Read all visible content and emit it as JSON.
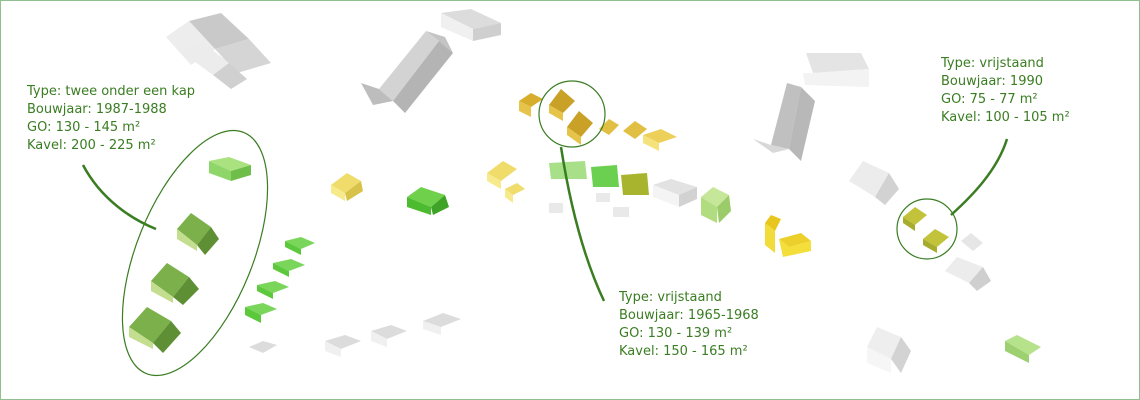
{
  "annotations": [
    {
      "id": "twee-onder-een-kap",
      "type": "Type: twee onder een kap",
      "bouwjaar": "Bouwjaar: 1987-1988",
      "go": "GO: 130 - 145 m²",
      "kavel": "Kavel: 200 - 225 m²"
    },
    {
      "id": "vrijstaand-1965",
      "type": "Type: vrijstaand",
      "bouwjaar": "Bouwjaar: 1965-1968",
      "go": "GO: 130 - 139 m²",
      "kavel": "Kavel: 150 - 165 m²"
    },
    {
      "id": "vrijstaand-1990",
      "type": "Type: vrijstaand",
      "bouwjaar": "Bouwjaar: 1990",
      "go": "GO: 75 - 77 m²",
      "kavel": "Kavel: 100 - 105 m²"
    }
  ],
  "colors": {
    "label_text": "#3a7d22",
    "leader_line": "#3a7d22",
    "frame_border": "#8fbf8f",
    "building_grey": "#e6e6e6",
    "building_light_green": "#8ed66a",
    "building_bright_green": "#5cc93c",
    "building_dark_green": "#6ea43e",
    "building_olive": "#a9b42e",
    "building_yellow": "#f2dc3a",
    "building_gold": "#d7ae2b",
    "shadow": "#c8c8c8"
  }
}
